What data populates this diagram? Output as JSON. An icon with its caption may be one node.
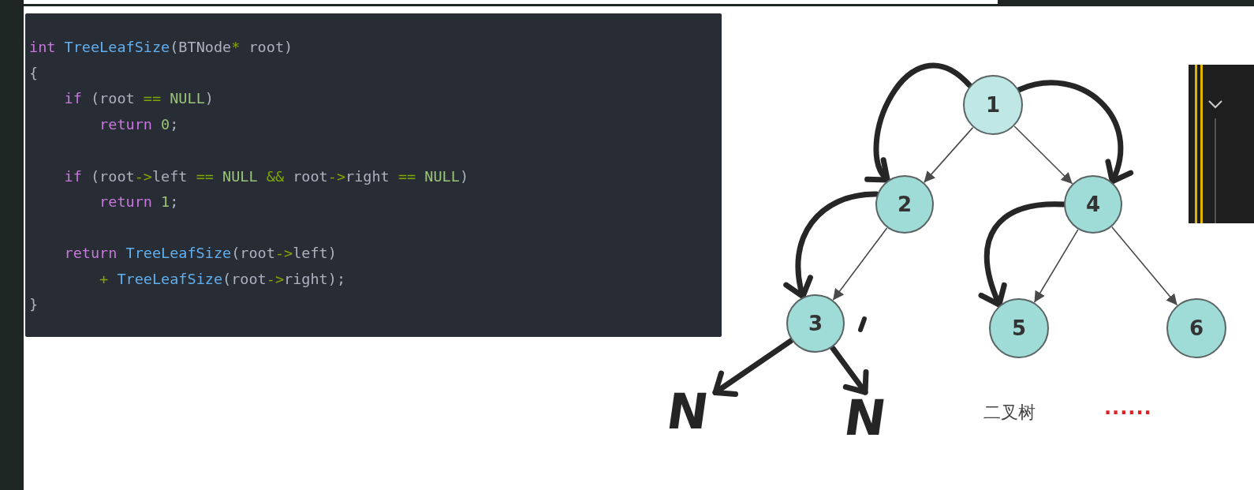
{
  "diagram": {
    "nodes": [
      {
        "text": [
          "int TreeLeafSize(BTNode* root)",
          "{",
          "if (root == NULL)",
          "return 0;",
          "if (root->left == NULL && root->right == NULL)",
          "return 1;",
          "return TreeLeafSize(root->left)",
          "+ TreeLeafSize(root->right);",
          "}"
        ]
      },
      {
        "text": [
          "1"
        ]
      },
      {
        "text": [
          "2"
        ]
      },
      {
        "text": [
          "4"
        ]
      },
      {
        "text": [
          "3"
        ]
      },
      {
        "text": [
          "5"
        ]
      },
      {
        "text": [
          "6"
        ]
      },
      {
        "text": [
          "N"
        ]
      },
      {
        "text": [
          "N"
        ]
      }
    ],
    "edges": [
      {
        "from": 1,
        "to": 2,
        "arrow": "to",
        "color": "#4a4a4a"
      },
      {
        "from": 1,
        "to": 3,
        "arrow": "to",
        "color": "#4a4a4a"
      },
      {
        "from": 2,
        "to": 4,
        "arrow": "to",
        "color": "#4a4a4a"
      },
      {
        "from": 3,
        "to": 5,
        "arrow": "to",
        "color": "#4a4a4a"
      },
      {
        "from": 3,
        "to": 6,
        "arrow": "to",
        "color": "#4a4a4a"
      },
      {
        "from": 1,
        "to": 2,
        "arrow": "to"
      },
      {
        "from": 1,
        "to": 3,
        "arrow": "to"
      },
      {
        "from": 2,
        "to": 4,
        "arrow": "to"
      },
      {
        "from": 3,
        "to": 5,
        "arrow": "to"
      },
      {
        "from": 4,
        "to": 7,
        "arrow": "to"
      },
      {
        "from": 4,
        "to": 8,
        "arrow": "to"
      }
    ],
    "labels": [
      "二叉树",
      "......"
    ]
  }
}
